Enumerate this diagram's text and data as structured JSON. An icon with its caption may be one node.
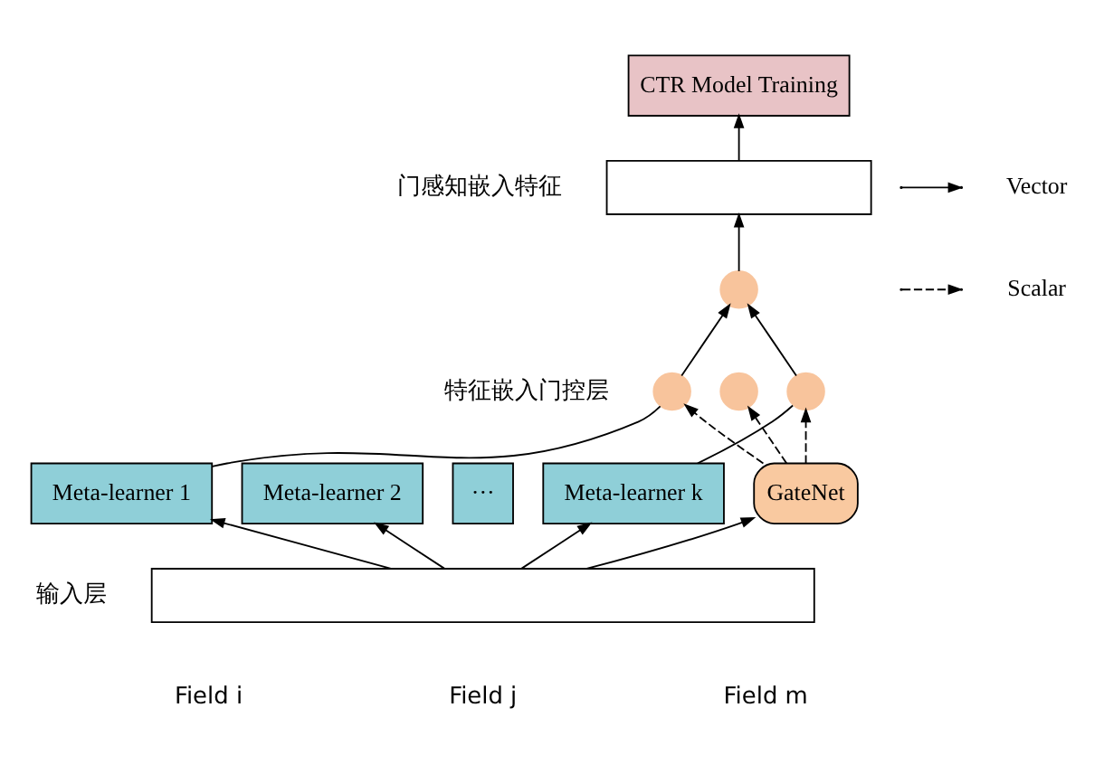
{
  "diagram": {
    "nodes": [
      {
        "text": [
          "CTR Model Training"
        ]
      },
      {
        "text": [],
        "shape": "box"
      },
      {
        "text": [],
        "shape": "circle"
      },
      {
        "text": [],
        "shape": "circle"
      },
      {
        "text": [],
        "shape": "circle"
      },
      {
        "text": [],
        "shape": "circle"
      },
      {
        "text": [
          "Meta-learner 1"
        ]
      },
      {
        "text": [
          "Meta-learner 2"
        ]
      },
      {
        "text": [
          "···"
        ]
      },
      {
        "text": [
          "Meta-learner k"
        ]
      },
      {
        "text": [
          "GateNet"
        ]
      },
      {
        "text": [],
        "shape": "box"
      }
    ],
    "edges": [
      {
        "from": 11,
        "to": 6,
        "arrow": "to"
      },
      {
        "from": 11,
        "to": 7,
        "arrow": "to"
      },
      {
        "from": 11,
        "to": 9,
        "arrow": "to"
      },
      {
        "from": 11,
        "to": 10,
        "arrow": "to"
      },
      {
        "from": 6,
        "to": 3,
        "arrow": "none"
      },
      {
        "from": 9,
        "to": 5,
        "arrow": "none"
      },
      {
        "from": 3,
        "to": 2,
        "arrow": "to"
      },
      {
        "from": 5,
        "to": 2,
        "arrow": "to"
      },
      {
        "from": 2,
        "to": 1,
        "arrow": "to"
      },
      {
        "from": 1,
        "to": 0,
        "arrow": "to"
      },
      {
        "from": 10,
        "to": 3,
        "arrow": "to",
        "style": "dashed"
      },
      {
        "from": 10,
        "to": 4,
        "arrow": "to",
        "style": "dashed"
      },
      {
        "from": 10,
        "to": 5,
        "arrow": "to",
        "style": "dashed"
      }
    ],
    "labels": [
      "门感知嵌入特征",
      "特征嵌入门控层",
      "输入层",
      "Field i",
      "Field j",
      "Field m"
    ],
    "legend": [
      {
        "text": "Vector"
      },
      {
        "text": "Scalar"
      }
    ]
  }
}
